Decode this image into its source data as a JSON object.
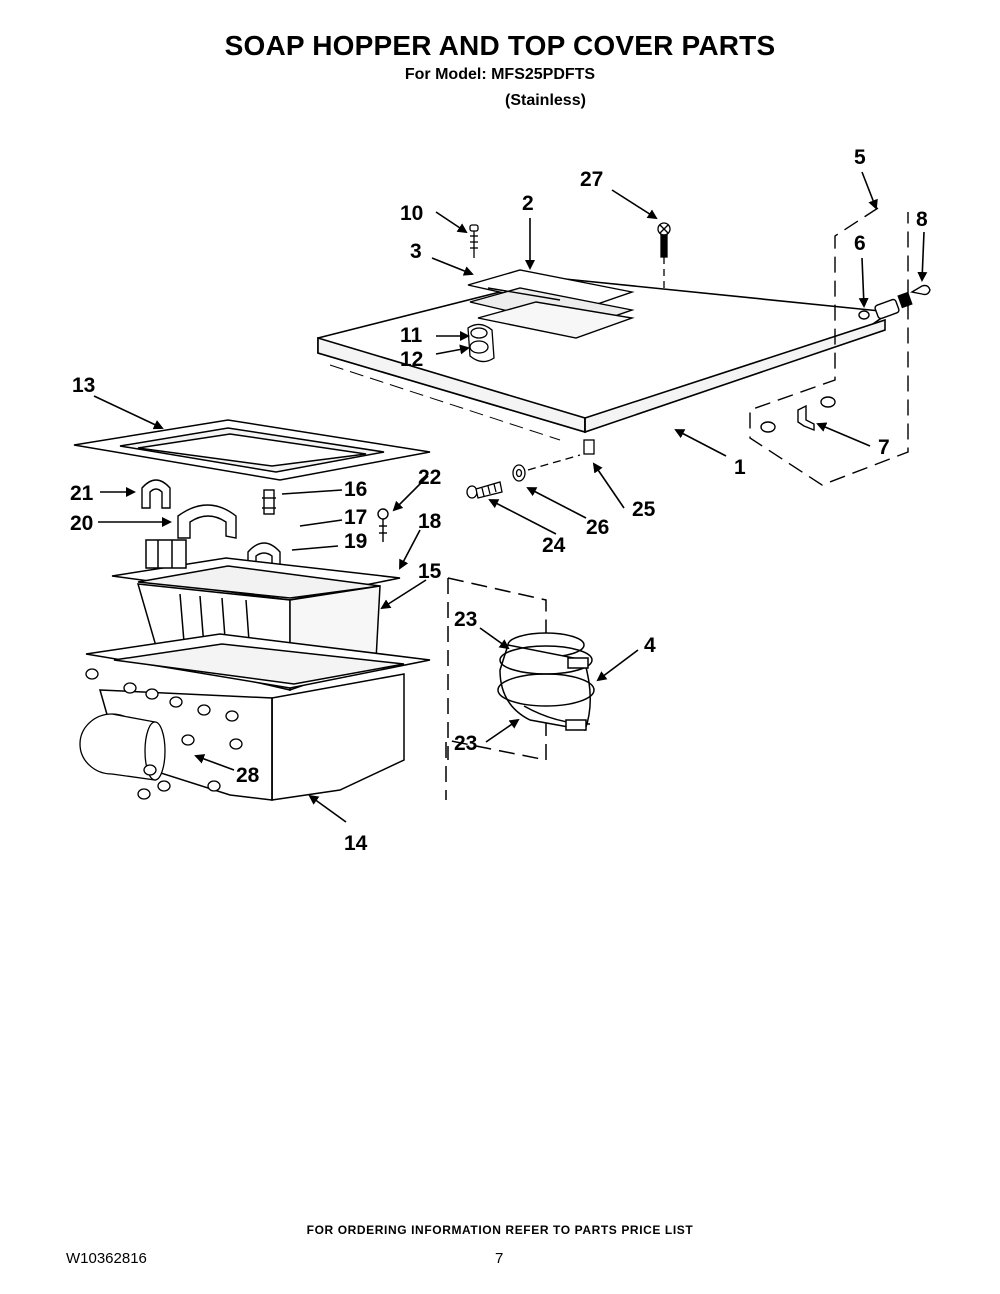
{
  "header": {
    "title": "SOAP HOPPER AND TOP COVER PARTS",
    "model_line": "For Model: MFS25PDFTS",
    "variant": "(Stainless)"
  },
  "callouts": [
    "1",
    "2",
    "3",
    "4",
    "5",
    "6",
    "7",
    "8",
    "10",
    "11",
    "12",
    "13",
    "14",
    "15",
    "16",
    "17",
    "18",
    "19",
    "20",
    "21",
    "22",
    "23",
    "23",
    "24",
    "25",
    "26",
    "27",
    "28"
  ],
  "footer": {
    "ordering_note": "FOR ORDERING INFORMATION REFER TO PARTS PRICE LIST",
    "document_number": "W10362816",
    "page_number": "7"
  }
}
